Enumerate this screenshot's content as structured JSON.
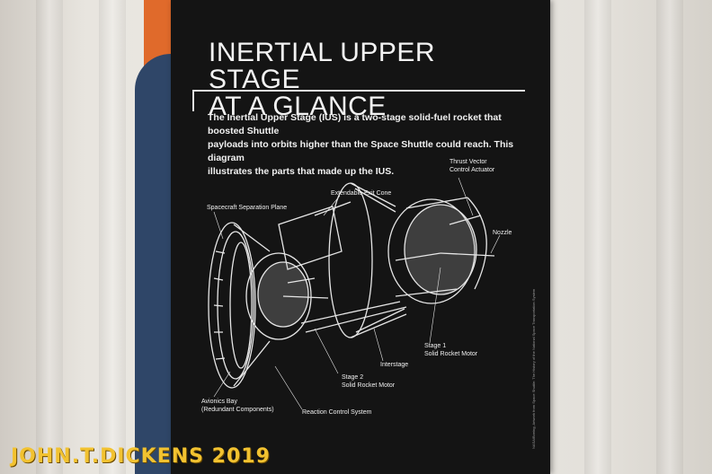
{
  "sign": {
    "title_line1": "INERTIAL UPPER STAGE",
    "title_line2": "AT A GLANCE",
    "intro_line1": "The Inertial Upper Stage (IUS) is a two-stage solid-fuel rocket that boosted Shuttle",
    "intro_line2": "payloads into orbits higher than the Space Shuttle could reach. This diagram",
    "intro_line3": "illustrates the parts that made up the IUS.",
    "credit": "NASA/Boeing, Artwork from Space Shuttle: The History of the National Space Transportation System"
  },
  "labels": {
    "thrust_vector_1": "Thrust Vector",
    "thrust_vector_2": "Control Actuator",
    "extendable_exit_cone": "Extendable Exit Cone",
    "spacecraft_separation_plane": "Spacecraft Separation Plane",
    "nozzle": "Nozzle",
    "stage1_1": "Stage 1",
    "stage1_2": "Solid Rocket Motor",
    "interstage": "Interstage",
    "stage2_1": "Stage 2",
    "stage2_2": "Solid Rocket Motor",
    "avionics_1": "Avionics Bay",
    "avionics_2": "(Redundant Components)",
    "reaction_control": "Reaction Control System"
  },
  "watermark": "JOHN.T.DICKENS  2019",
  "colors": {
    "panel": "#141414",
    "orange_stripe": "#e06a2b",
    "navy_stripe": "#2f4668",
    "line_art": "#e6e6e6",
    "watermark": "#f2c230"
  }
}
